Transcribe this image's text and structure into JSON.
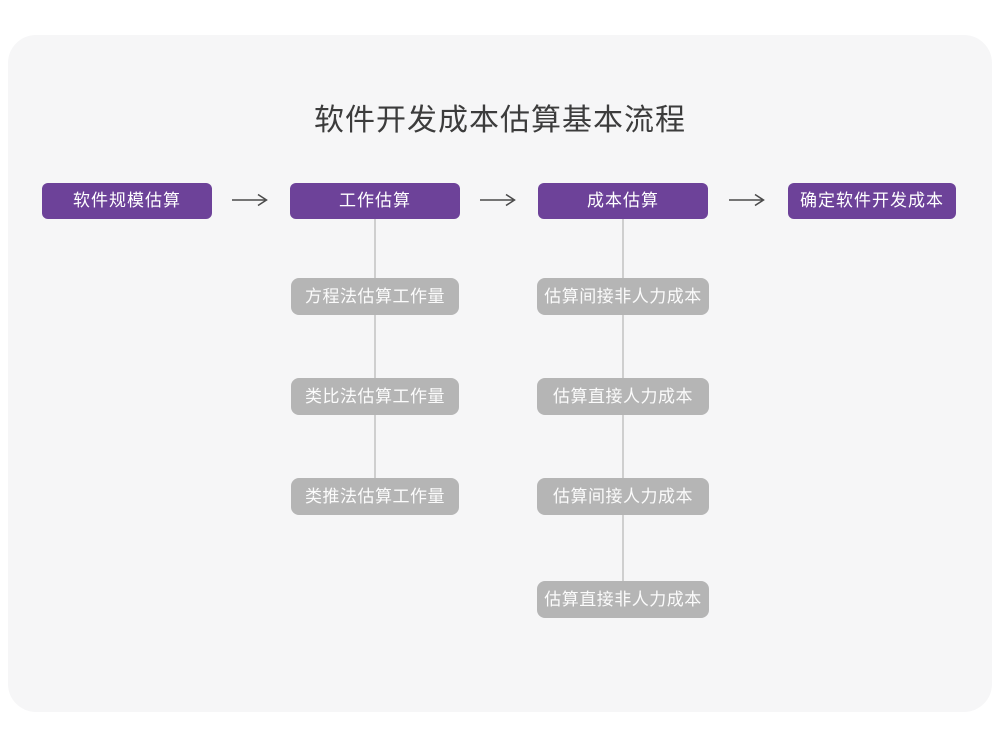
{
  "title": "软件开发成本估算基本流程",
  "colors": {
    "main_node": "#6d4299",
    "sub_node": "#b5b5b5",
    "card_background": "#f6f6f7",
    "connector_line": "#cfcfcf",
    "arrow": "#4a4a4a",
    "title_text": "#3c3c3c"
  },
  "steps": [
    {
      "label": "软件规模估算"
    },
    {
      "label": "工作估算"
    },
    {
      "label": "成本估算"
    },
    {
      "label": "确定软件开发成本"
    }
  ],
  "work_methods": [
    {
      "label": "方程法估算工作量"
    },
    {
      "label": "类比法估算工作量"
    },
    {
      "label": "类推法估算工作量"
    }
  ],
  "cost_items": [
    {
      "label": "估算间接非人力成本"
    },
    {
      "label": "估算直接人力成本"
    },
    {
      "label": "估算间接人力成本"
    },
    {
      "label": "估算直接非人力成本"
    }
  ]
}
